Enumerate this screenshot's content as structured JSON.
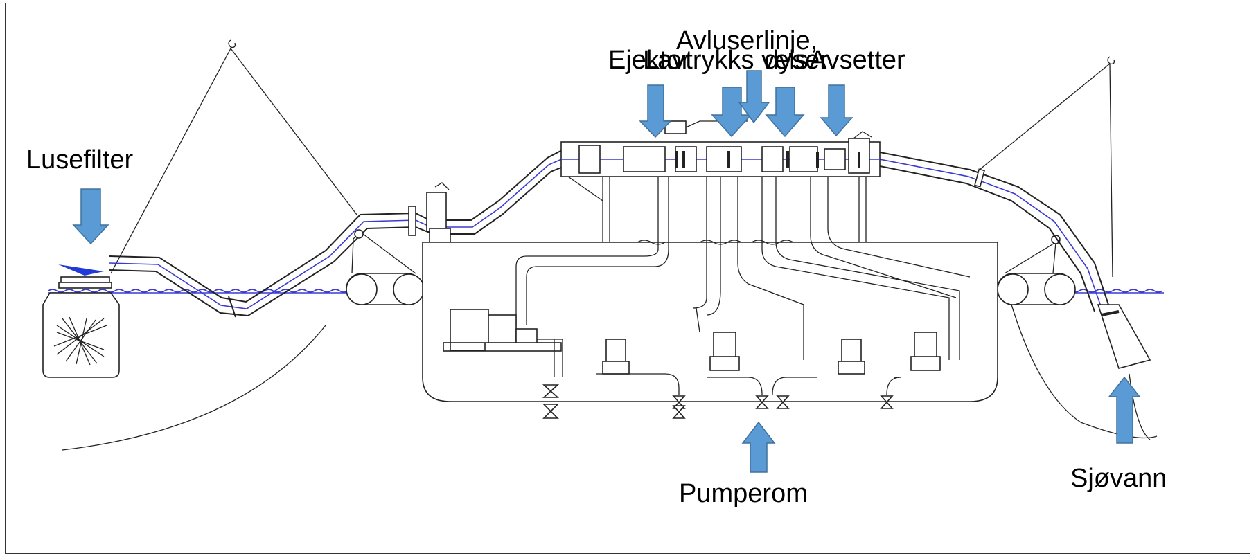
{
  "labels": {
    "lusefilter": "Lusefilter",
    "ejektor": "Ejektor",
    "lavtrykk": "Lavtrykks vels",
    "avluserlinje": "Avluserlinje,",
    "dyser": "dyser",
    "avsetter": "Avsetter",
    "pumperom": "Pumperom",
    "sjovann": "Sjøvann"
  },
  "colors": {
    "arrow_fill": "#5b9bd5",
    "arrow_stroke": "#41719c",
    "water_line": "#3a3ad0",
    "outlet_cone": "#1f3ad6"
  }
}
